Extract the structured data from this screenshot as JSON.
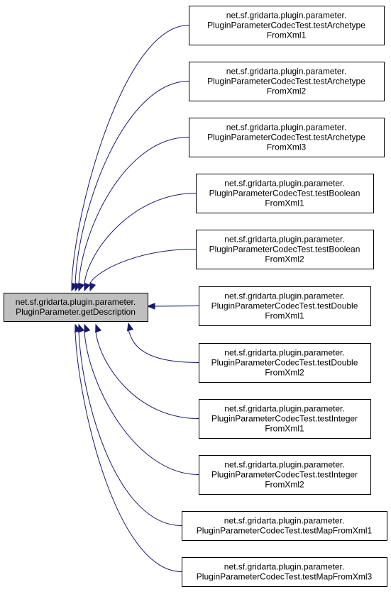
{
  "colors": {
    "edge": "#191970",
    "focus_fill": "#bfbfbf",
    "node_fill": "#ffffff",
    "node_border": "#000000"
  },
  "focus": {
    "lines": [
      "net.sf.gridarta.plugin.parameter.",
      "PluginParameter.getDescription"
    ]
  },
  "callers": [
    {
      "lines": [
        "net.sf.gridarta.plugin.parameter.",
        "PluginParameterCodecTest.testArchetype",
        "FromXml1"
      ]
    },
    {
      "lines": [
        "net.sf.gridarta.plugin.parameter.",
        "PluginParameterCodecTest.testArchetype",
        "FromXml2"
      ]
    },
    {
      "lines": [
        "net.sf.gridarta.plugin.parameter.",
        "PluginParameterCodecTest.testArchetype",
        "FromXml3"
      ]
    },
    {
      "lines": [
        "net.sf.gridarta.plugin.parameter.",
        "PluginParameterCodecTest.testBoolean",
        "FromXml1"
      ]
    },
    {
      "lines": [
        "net.sf.gridarta.plugin.parameter.",
        "PluginParameterCodecTest.testBoolean",
        "FromXml2"
      ]
    },
    {
      "lines": [
        "net.sf.gridarta.plugin.parameter.",
        "PluginParameterCodecTest.testDouble",
        "FromXml1"
      ]
    },
    {
      "lines": [
        "net.sf.gridarta.plugin.parameter.",
        "PluginParameterCodecTest.testDouble",
        "FromXml2"
      ]
    },
    {
      "lines": [
        "net.sf.gridarta.plugin.parameter.",
        "PluginParameterCodecTest.testInteger",
        "FromXml1"
      ]
    },
    {
      "lines": [
        "net.sf.gridarta.plugin.parameter.",
        "PluginParameterCodecTest.testInteger",
        "FromXml2"
      ]
    },
    {
      "lines": [
        "net.sf.gridarta.plugin.parameter.",
        "PluginParameterCodecTest.testMapFromXml1"
      ]
    },
    {
      "lines": [
        "net.sf.gridarta.plugin.parameter.",
        "PluginParameterCodecTest.testMapFromXml3"
      ]
    }
  ]
}
